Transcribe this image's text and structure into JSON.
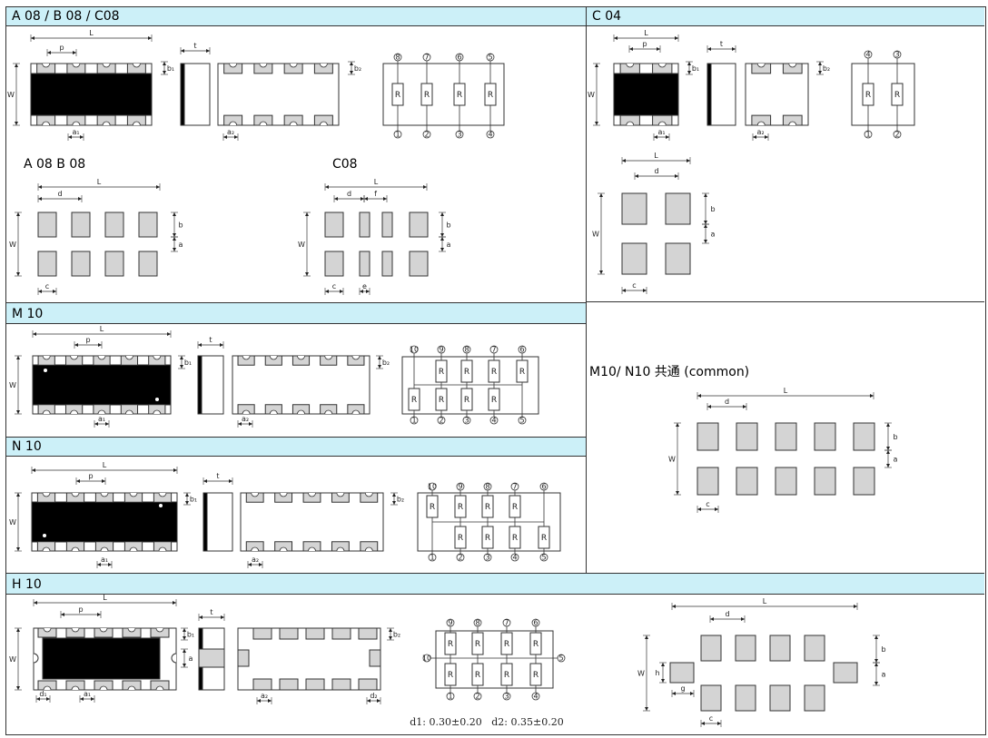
{
  "sections": {
    "a08": {
      "title": "A 08  /  B 08  /  C08",
      "sub_left": "A 08  B 08",
      "sub_right": "C08"
    },
    "c04": {
      "title": "C 04"
    },
    "m10": {
      "title": "M 10"
    },
    "n10": {
      "title": "N 10"
    },
    "common": {
      "title": "M10/ N10  共通 (common)"
    },
    "h10": {
      "title": "H 10"
    }
  },
  "dims": {
    "L": "L",
    "W": "W",
    "p": "p",
    "t": "t",
    "b": "b",
    "a": "a",
    "d": "d",
    "c": "c",
    "e": "e",
    "f": "f",
    "g": "g",
    "h": "h",
    "b1": "b₁",
    "b2": "b₂",
    "a1": "a₁",
    "a2": "a₂",
    "d1": "d₁",
    "d2": "d₂",
    "R": "R"
  },
  "pin_numbers": [
    "1",
    "2",
    "3",
    "4",
    "5",
    "6",
    "7",
    "8",
    "9",
    "10"
  ],
  "h10_note": {
    "d1": "d1: 0.30±0.20",
    "d2": "d2: 0.35±0.20"
  },
  "colors": {
    "header_band": "#ccf0f8",
    "body_fill": "#000000",
    "pad_fill": "#d4d4d4",
    "line": "#333333"
  }
}
